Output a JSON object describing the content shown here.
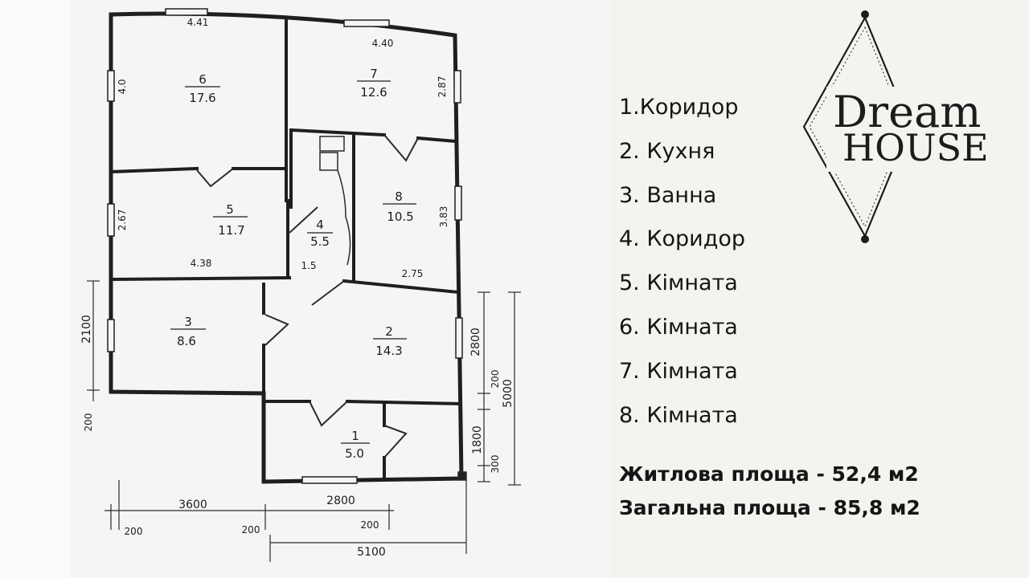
{
  "plan": {
    "rooms": [
      {
        "number": "6",
        "area": "17.6"
      },
      {
        "number": "7",
        "area": "12.6"
      },
      {
        "number": "5",
        "area": "11.7"
      },
      {
        "number": "4",
        "area": "5.5"
      },
      {
        "number": "8",
        "area": "10.5"
      },
      {
        "number": "3",
        "area": "8.6"
      },
      {
        "number": "2",
        "area": "14.3"
      },
      {
        "number": "1",
        "area": "5.0"
      }
    ],
    "wall_dims": [
      "4.41",
      "4.40",
      "4.0",
      "2.87",
      "2.67",
      "3.83",
      "4.38",
      "1.5",
      "2.75"
    ],
    "outer_dims": [
      "2100",
      "200",
      "2800",
      "200",
      "5000",
      "1800",
      "300",
      "3600",
      "2800",
      "200",
      "200",
      "200",
      "5100"
    ]
  },
  "legend": {
    "items": [
      "1.Коридор",
      "2. Кухня",
      "3.  Ванна",
      "4. Коридор",
      "5. Кімната",
      "6. Кімната",
      "7.  Кімната",
      "8.  Кімната"
    ]
  },
  "areas": {
    "living": "Житлова площа - 52,4 м2",
    "total": "Загальна площа - 85,8 м2"
  },
  "logo": {
    "line1": "Dream",
    "line2": "HOUSE"
  }
}
